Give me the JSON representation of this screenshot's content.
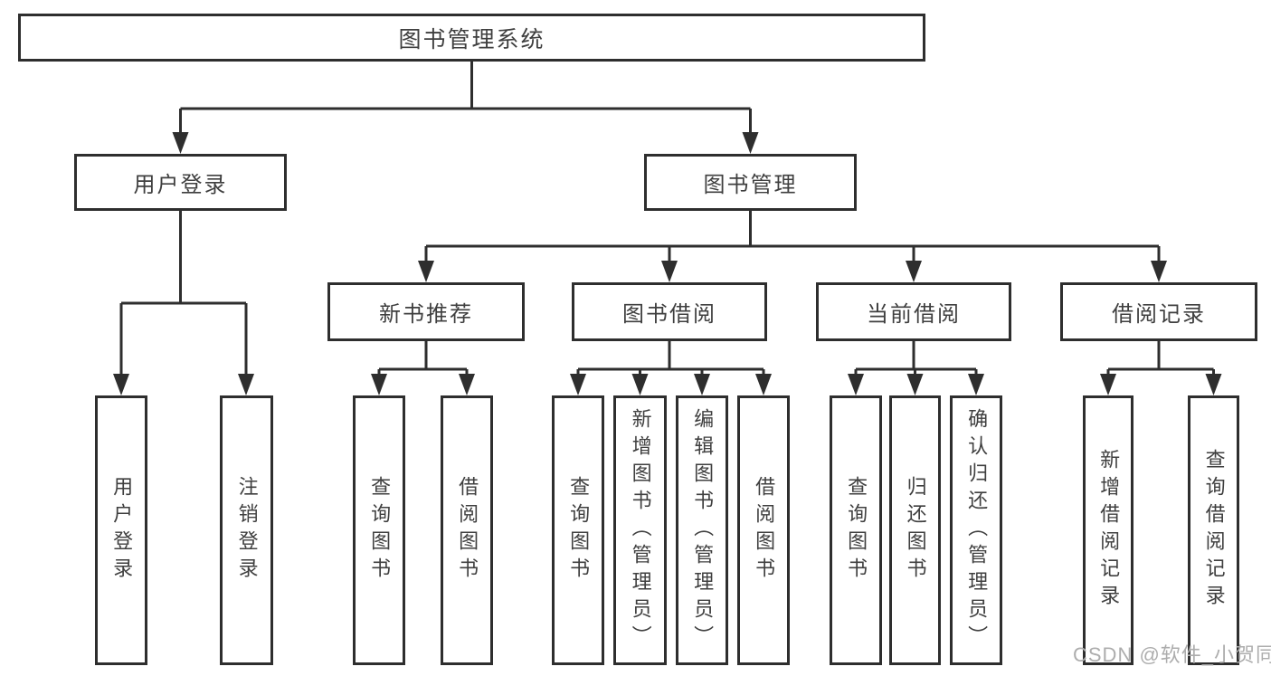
{
  "tree": {
    "root": {
      "label": "图书管理系统"
    },
    "branches": [
      {
        "label": "用户登录",
        "children": [
          {
            "label": "用户登录"
          },
          {
            "label": "注销登录"
          }
        ]
      },
      {
        "label": "图书管理",
        "children": [
          {
            "label": "新书推荐",
            "children": [
              {
                "label": "查询图书"
              },
              {
                "label": "借阅图书"
              }
            ]
          },
          {
            "label": "图书借阅",
            "children": [
              {
                "label": "查询图书"
              },
              {
                "label": "新增图书（管理员）"
              },
              {
                "label": "编辑图书（管理员）"
              },
              {
                "label": "借阅图书"
              }
            ]
          },
          {
            "label": "当前借阅",
            "children": [
              {
                "label": "查询图书"
              },
              {
                "label": "归还图书"
              },
              {
                "label": "确认归还（管理员）"
              }
            ]
          },
          {
            "label": "借阅记录",
            "children": [
              {
                "label": "新增借阅记录"
              },
              {
                "label": "查询借阅记录"
              }
            ]
          }
        ]
      }
    ]
  },
  "watermark": {
    "text": "CSDN @软件_小贺同学"
  },
  "colors": {
    "line": "#2e2e2e",
    "text": "#3f3f3f",
    "watermark": "#adadad",
    "background": "#ffffff"
  }
}
